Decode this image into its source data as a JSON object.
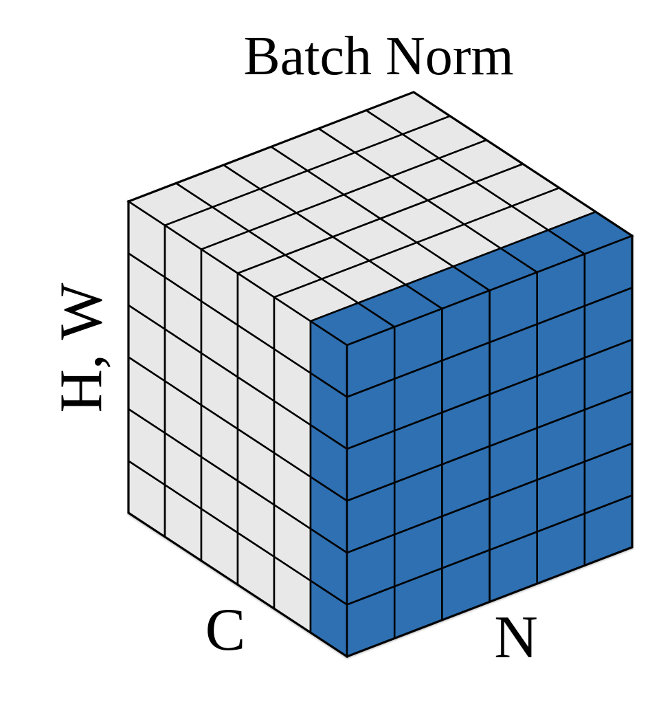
{
  "title": "Batch Norm",
  "axis_labels": {
    "vertical": "H, W",
    "bottom_left": "C",
    "bottom_right": "N"
  },
  "cube": {
    "grid_size": 6,
    "highlight": {
      "axis": "C",
      "layer_index": 5,
      "description": "Last channel layer highlighted: all N, all H,W for one C (batch-norm statistics region)"
    },
    "colors": {
      "base_fill": "#e8e8e8",
      "highlight_fill": "#2d70b2",
      "edge": "#000000"
    }
  },
  "background_color": "#ffffff",
  "text_color": "#000000"
}
